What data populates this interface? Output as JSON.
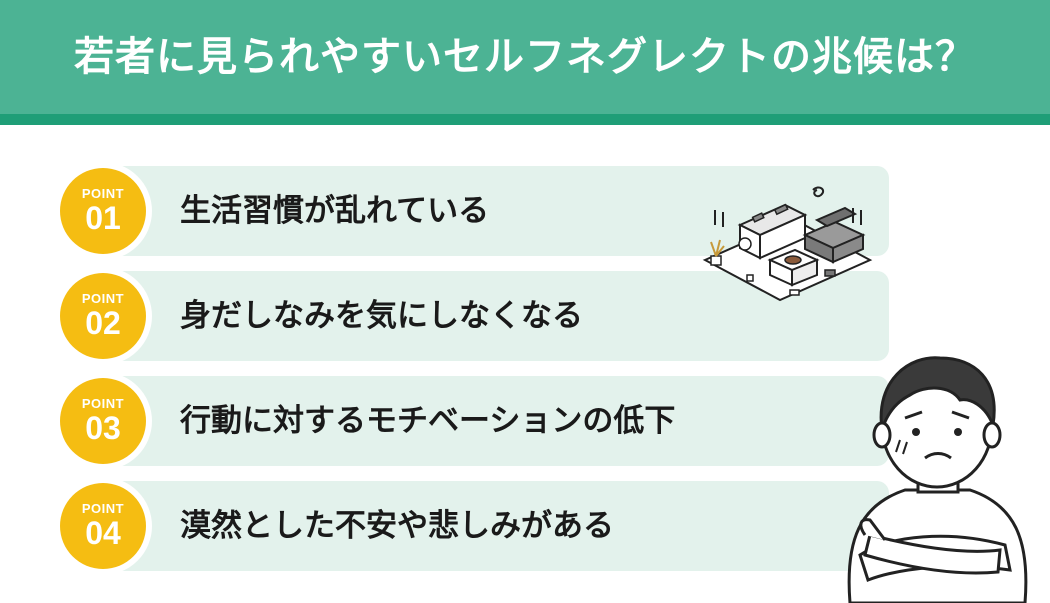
{
  "header": {
    "title": "若者に見られやすいセルフネグレクトの兆候は？",
    "color": "#4cb394",
    "stripe_color": "#1f9e77"
  },
  "points": [
    {
      "badge_word": "POINT",
      "badge_number": "01",
      "text": "生活習慣が乱れている"
    },
    {
      "badge_word": "POINT",
      "badge_number": "02",
      "text": "身だしなみを気にしなくなる"
    },
    {
      "badge_word": "POINT",
      "badge_number": "03",
      "text": "行動に対するモチベーションの低下"
    },
    {
      "badge_word": "POINT",
      "badge_number": "04",
      "text": "漠然とした不安や悲しみがある"
    }
  ],
  "colors": {
    "badge": "#f5bd12",
    "row_background": "#e3f2ec",
    "text": "#1a1a1a"
  },
  "illustrations": {
    "room": "messy-room-isometric-icon",
    "person": "troubled-person-arms-crossed-icon"
  }
}
